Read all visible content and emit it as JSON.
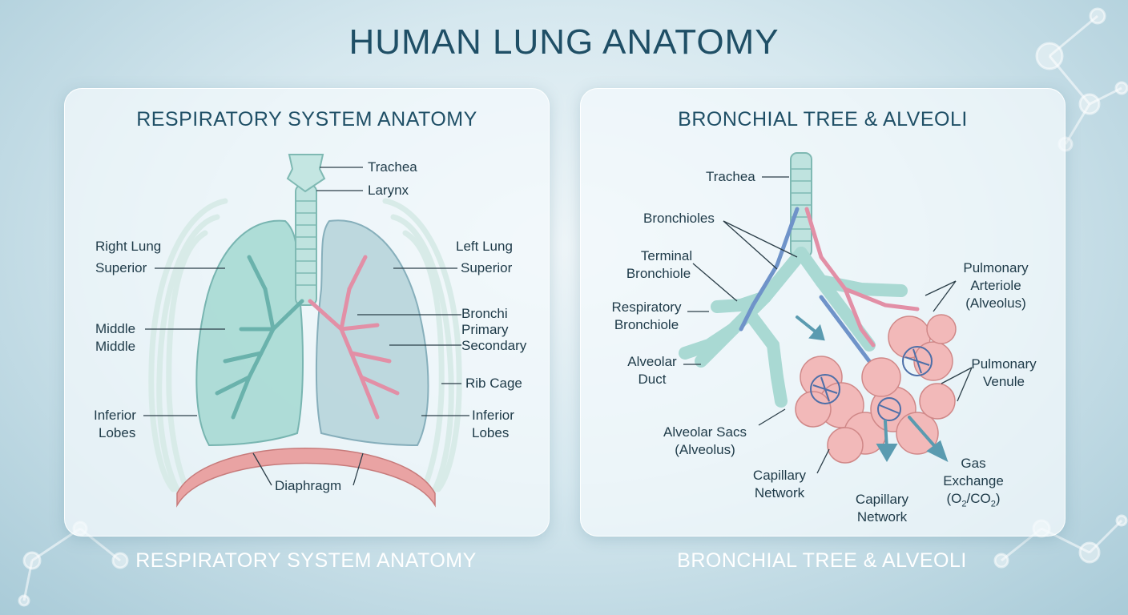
{
  "title": "HUMAN LUNG ANATOMY",
  "left_panel": {
    "title": "RESPIRATORY SYSTEM ANATOMY",
    "caption": "RESPIRATORY SYSTEM ANATOMY",
    "labels": {
      "trachea": "Trachea",
      "larynx": "Larynx",
      "right_lung": "Right Lung",
      "right_superior": "Superior",
      "left_lung": "Left Lung",
      "left_superior": "Superior",
      "middle_1": "Middle",
      "middle_2": "Middle",
      "bronchi": "Bronchi",
      "primary": "Primary",
      "secondary": "Secondary",
      "rib_cage": "Rib Cage",
      "inferior_right": "Inferior",
      "lobes_right": "Lobes",
      "inferior_left": "Inferior",
      "lobes_left": "Lobes",
      "diaphragm": "Diaphragm"
    }
  },
  "right_panel": {
    "title": "BRONCHIAL TREE & ALVEOLI",
    "caption": "BRONCHIAL TREE & ALVEOLI",
    "labels": {
      "trachea": "Trachea",
      "bronchioles": "Bronchioles",
      "terminal_1": "Terminal",
      "terminal_2": "Bronchiole",
      "respiratory_1": "Respiratory",
      "respiratory_2": "Bronchiole",
      "alveolar_duct_1": "Alveolar",
      "alveolar_duct_2": "Duct",
      "alveolar_sacs_1": "Alveolar Sacs",
      "alveolar_sacs_2": "(Alveolus)",
      "capillary_a_1": "Capillary",
      "capillary_a_2": "Network",
      "capillary_b_1": "Capillary",
      "capillary_b_2": "Network",
      "pulmonary_arteriole_1": "Pulmonary",
      "pulmonary_arteriole_2": "Arteriole",
      "pulmonary_arteriole_3": "(Alveolus)",
      "pulmonary_venule_1": "Pulmonary",
      "pulmonary_venule_2": "Venule",
      "gas_exchange_1": "Gas",
      "gas_exchange_2": "Exchange",
      "gas_exchange_3a": "(O",
      "gas_exchange_3b": "2",
      "gas_exchange_3c": "/CO",
      "gas_exchange_3d": "2",
      "gas_exchange_3e": ")"
    }
  },
  "colors": {
    "title": "#1f4f66",
    "lung_teal": "#9fd3cf",
    "bronchi_pink": "#e28fa6",
    "alveoli_pink": "#f2b9b9",
    "vessel_blue": "#6f93c9",
    "diaphragm": "#e9a3a3"
  }
}
